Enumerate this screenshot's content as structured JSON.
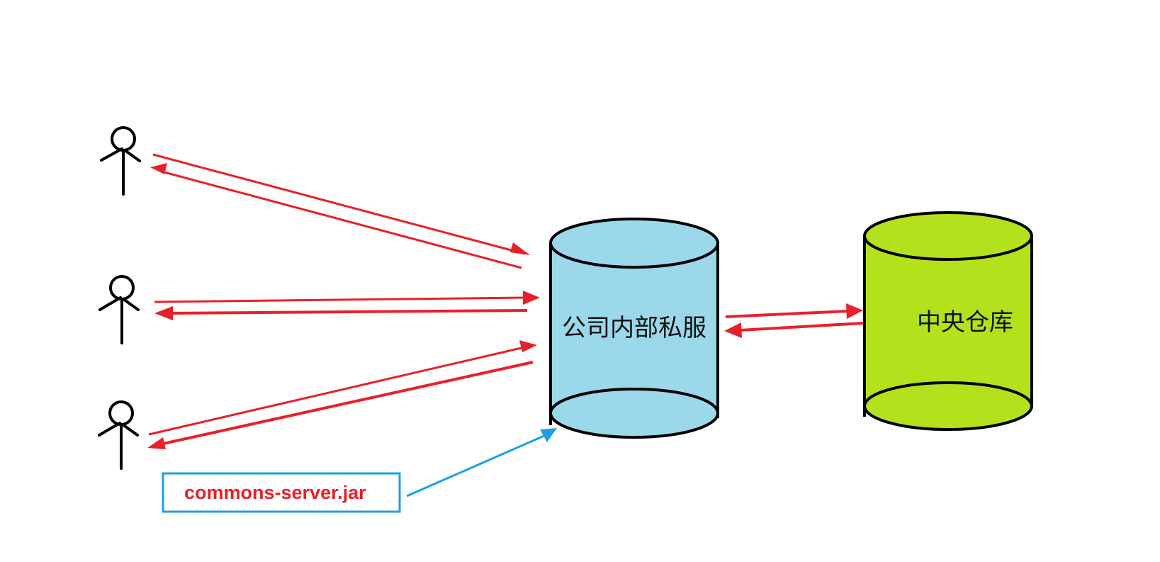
{
  "colors": {
    "arrow": "#e8202a",
    "jar_arrow": "#1ba1e2",
    "jar_border": "#1ba1e2",
    "private_server_fill": "#9ad8ea",
    "central_repo_fill": "#b3e21c",
    "outline": "#000000"
  },
  "users": [
    {
      "icon": "stick-figure-icon"
    },
    {
      "icon": "stick-figure-icon"
    },
    {
      "icon": "stick-figure-icon"
    }
  ],
  "private_server": {
    "label": "公司内部私服"
  },
  "central_repo": {
    "label": "中央仓库"
  },
  "jar": {
    "label": "commons-server.jar"
  }
}
